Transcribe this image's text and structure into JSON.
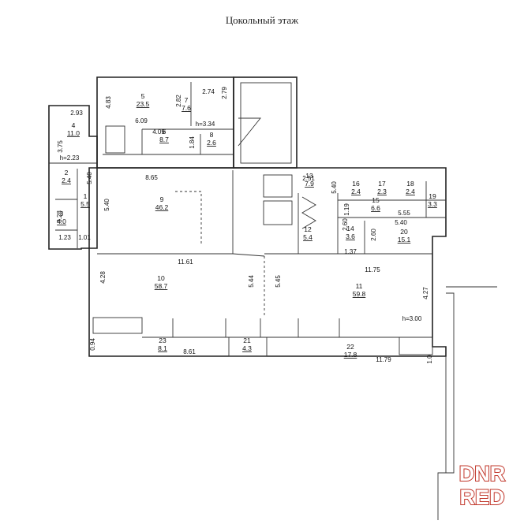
{
  "title": "Цокольный этаж",
  "watermark": [
    "DNR",
    "RED"
  ],
  "rooms": [
    {
      "n": "5",
      "a": "23.5"
    },
    {
      "n": "7",
      "a": "7.6"
    },
    {
      "n": "6",
      "a": "8.7"
    },
    {
      "n": "8",
      "a": "2.6"
    },
    {
      "n": "4",
      "a": "11.0"
    },
    {
      "n": "2",
      "a": "2.4"
    },
    {
      "n": "1",
      "a": "5.5"
    },
    {
      "n": "3",
      "a": "4.0"
    },
    {
      "n": "9",
      "a": "46.2"
    },
    {
      "n": "10",
      "a": "58.7"
    },
    {
      "n": "11",
      "a": "59.8"
    },
    {
      "n": "12",
      "a": "5.4"
    },
    {
      "n": "13",
      "a": "7.9"
    },
    {
      "n": "14",
      "a": "3.6"
    },
    {
      "n": "15",
      "a": "6.6"
    },
    {
      "n": "16",
      "a": "2.4"
    },
    {
      "n": "17",
      "a": "2.3"
    },
    {
      "n": "18",
      "a": "2.4"
    },
    {
      "n": "19",
      "a": "3.3"
    },
    {
      "n": "20",
      "a": "15.1"
    },
    {
      "n": "21",
      "a": "4.3"
    },
    {
      "n": "22",
      "a": "17.8"
    },
    {
      "n": "23",
      "a": "8.1"
    }
  ],
  "dimensions": [
    "4.83",
    "2.82",
    "2.74",
    "2.79",
    "6.09",
    "h=3.34",
    "4.09",
    "1.84",
    "2.93",
    "3.75",
    "h=2.23",
    "5.40",
    "8.65",
    "5.40",
    "3.28",
    "1.23",
    "1.01",
    "11.61",
    "4.28",
    "5.44",
    "5.45",
    "11.75",
    "4.27",
    "h=3.00",
    "0.94",
    "8.61",
    "11.79",
    "1.0",
    "2.51",
    "5.40",
    "1.19",
    "5.55",
    "5.40",
    "2.60",
    "2.60",
    "1.37"
  ]
}
